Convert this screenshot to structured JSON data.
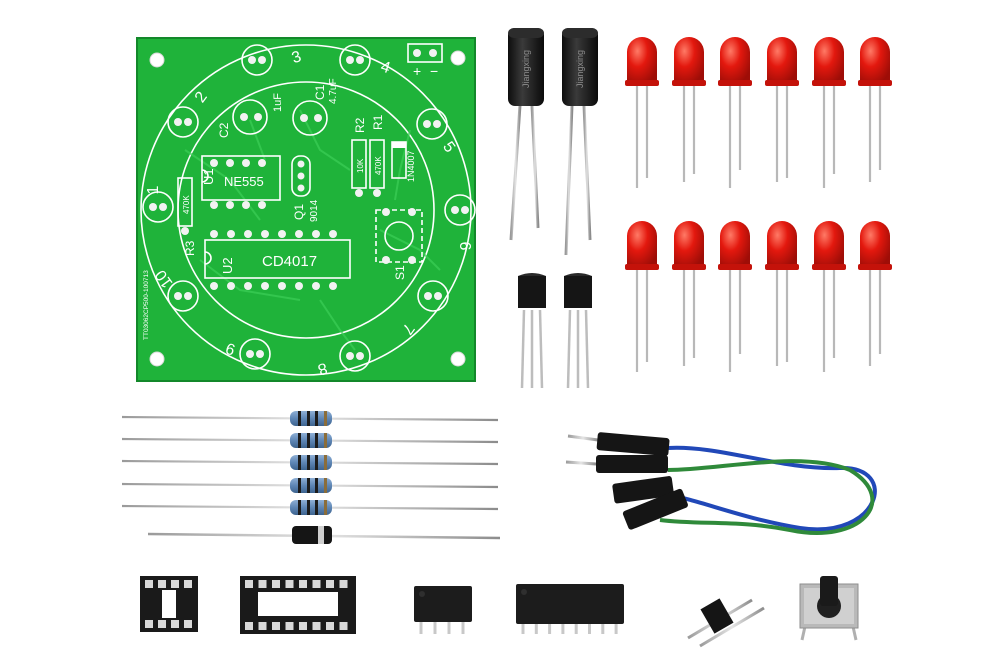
{
  "pcb": {
    "ic1": "NE555",
    "ic2": "CD4017",
    "ref_u1": "U1",
    "ref_u2": "U2",
    "ref_q1": "Q1",
    "q1_part": "9014",
    "ref_c1": "C1",
    "c1_value": "4.7uF",
    "ref_c2": "C2",
    "c2_value": "1uF",
    "ref_r1": "R1",
    "ref_r2": "R2",
    "ref_r3": "R3",
    "r1_value": "470K",
    "r2_value": "10K",
    "r3_value": "470K",
    "diode": "1N4007",
    "switch_ref": "S1",
    "power_plus": "+",
    "power_minus": "−",
    "side_code": "TT03062CP500-100713",
    "led_numbers": [
      "1",
      "2",
      "3",
      "4",
      "5",
      "6",
      "7",
      "8",
      "9",
      "10"
    ]
  },
  "capacitor_print": "Jiangxing",
  "components": {
    "led_count": 12,
    "resistor_count": 5,
    "capacitor_count": 2,
    "transistor_count": 2
  },
  "colors": {
    "pcb": "#1fb33a",
    "led": "#e3180e",
    "resistor": "#5e86b5",
    "ic": "#1c1c1c",
    "wire_blue": "#2148b8",
    "wire_green": "#2f8a3a"
  }
}
